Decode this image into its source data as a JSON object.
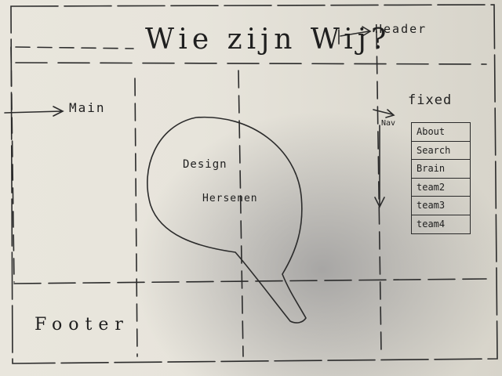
{
  "header": {
    "title": "Wie zijn Wij?",
    "label": "Header"
  },
  "main": {
    "label": "Main"
  },
  "nav": {
    "fixed_label": "fixed",
    "nav_label": "Nav",
    "items": [
      "About",
      "Search",
      "Brain",
      "team2",
      "team3",
      "team4"
    ]
  },
  "bubble": {
    "line1": "Design",
    "line2": "Hersenen"
  },
  "footer": {
    "label": "Footer"
  }
}
